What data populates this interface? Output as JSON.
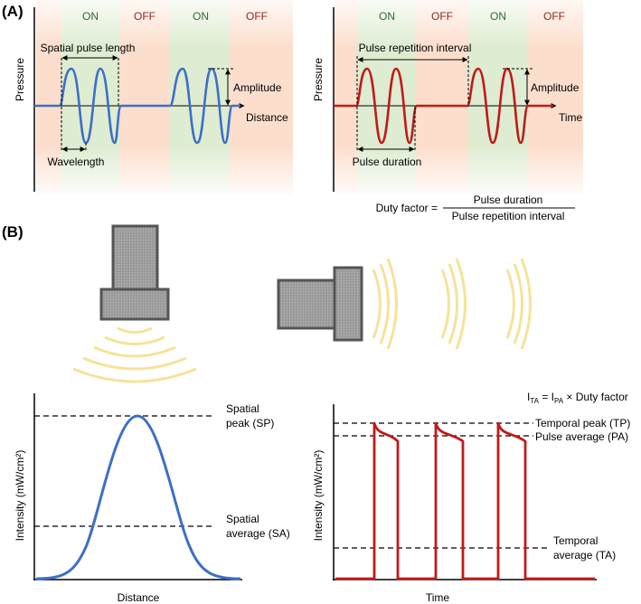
{
  "panel_a": {
    "label": "(A)",
    "state_on": "ON",
    "state_off": "OFF",
    "left": {
      "y_axis": "Pressure",
      "x_axis": "Distance",
      "spatial_pulse_length": "Spatial pulse length",
      "wavelength": "Wavelength",
      "amplitude": "Amplitude"
    },
    "right": {
      "y_axis": "Pressure",
      "x_axis": "Time",
      "pulse_repetition_interval": "Pulse repetition interval",
      "pulse_duration": "Pulse duration",
      "amplitude": "Amplitude"
    },
    "duty_factor": {
      "lhs": "Duty factor =",
      "numerator": "Pulse duration",
      "denominator": "Pulse repetition interval"
    }
  },
  "panel_b": {
    "label": "(B)",
    "left": {
      "y_axis": "Intensity (mW/cm²)",
      "x_axis": "Distance",
      "sp_line1": "Spatial",
      "sp_line2": "peak (SP)",
      "sa_line1": "Spatial",
      "sa_line2": "average (SA)"
    },
    "right": {
      "y_axis": "Intensity (mW/cm²)",
      "x_axis": "Time",
      "formula_lhs": "I",
      "formula_lhs_sub": "TA",
      "formula_eq": " = I",
      "formula_sub": "PA",
      "formula_rest": " × Duty factor",
      "tp": "Temporal peak (TP)",
      "pa": "Pulse average  (PA)",
      "ta_line1": "Temporal",
      "ta_line2": "average (TA)"
    }
  },
  "colors": {
    "blue_wave": "#3d6fc7",
    "red_wave": "#c01a1a",
    "on_band": "#e2f0d8",
    "off_band": "#fde3d6",
    "on_text": "#2f6b2f",
    "off_text": "#8b2a1a",
    "transducer_fill": "#9e9e9e",
    "transducer_stroke": "#555555",
    "beam_arc": "#f5e39a"
  }
}
